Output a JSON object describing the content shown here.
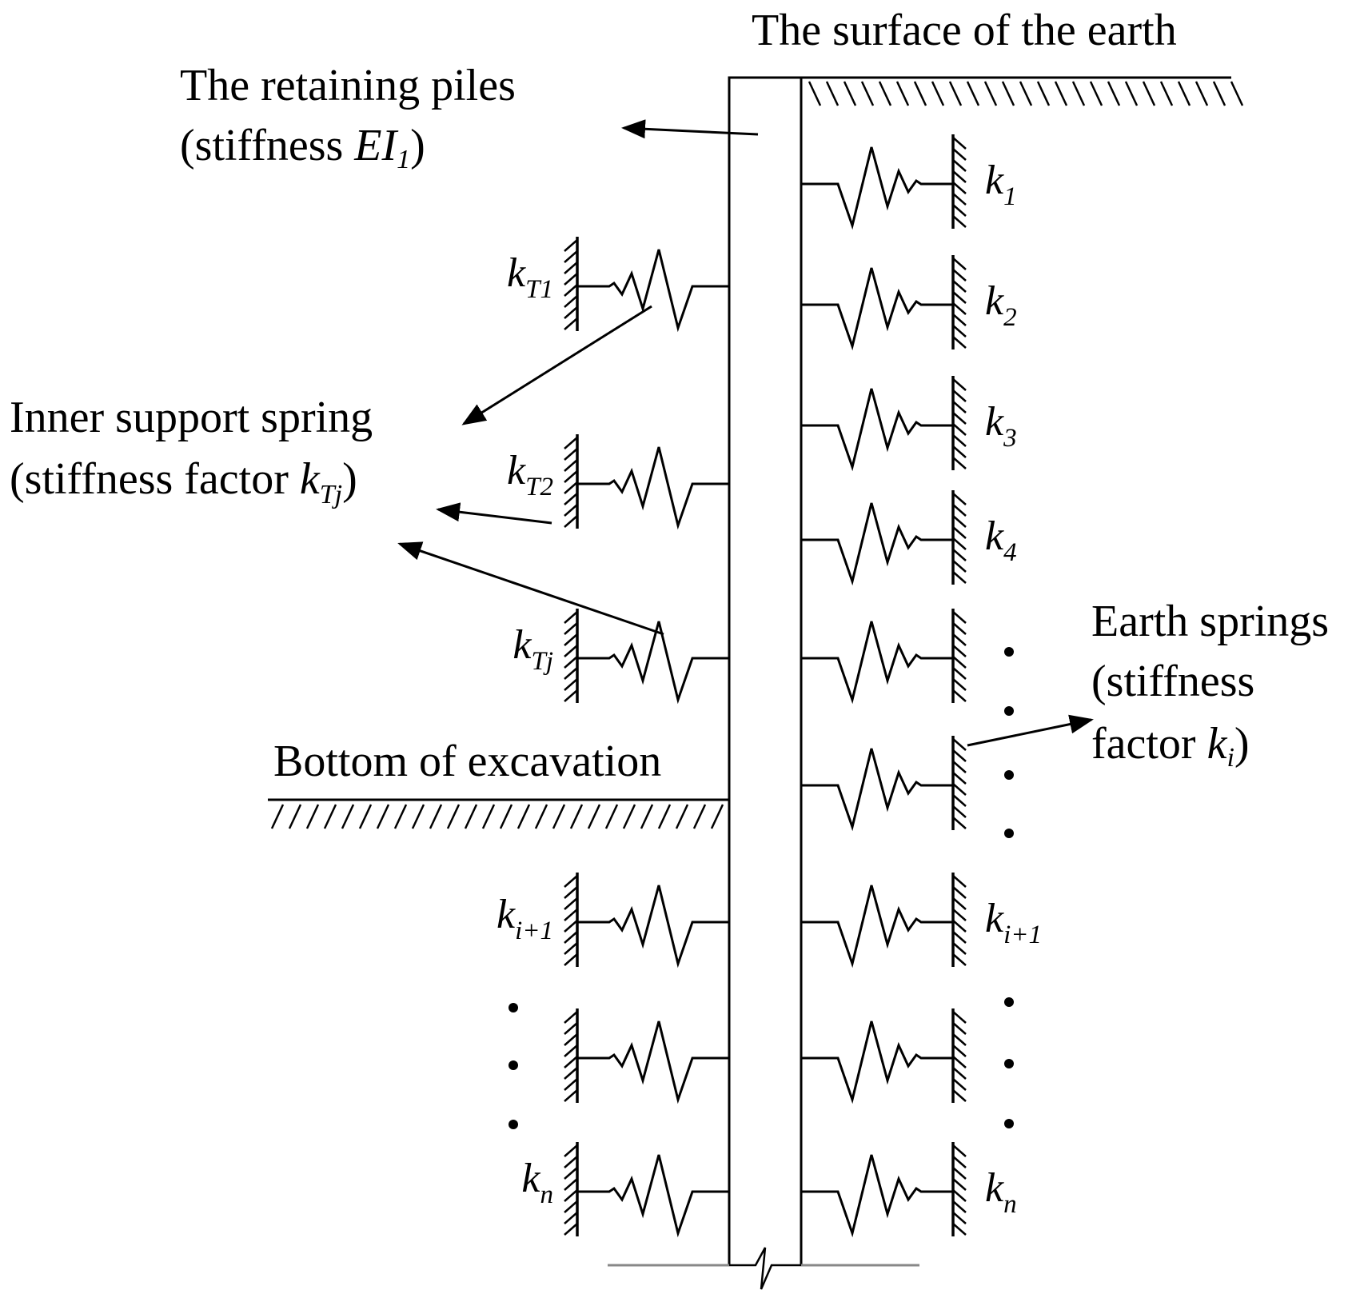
{
  "labels": {
    "surface": "The surface of the earth",
    "piles_line1": "The retaining piles",
    "piles_line2_prefix": "(stiffness ",
    "piles_symbol": "EI",
    "piles_symbol_sub": "1",
    "piles_close": ")",
    "inner_line1": "Inner support spring",
    "inner_line2_prefix": "(stiffness factor ",
    "inner_symbol": "k",
    "inner_symbol_sub": "Tj",
    "inner_close": ")",
    "bottom": "Bottom of excavation",
    "earth_line1": "Earth springs",
    "earth_line2": "(stiffness",
    "earth_line3_prefix": "factor ",
    "earth_symbol": "k",
    "earth_symbol_sub": "i",
    "earth_close": ")"
  },
  "left_springs": [
    {
      "base": "k",
      "sub": "T1"
    },
    {
      "base": "k",
      "sub": "T2"
    },
    {
      "base": "k",
      "sub": "Tj"
    },
    {
      "base": "k",
      "sub": "i+1"
    },
    {
      "base": "",
      "sub": ""
    },
    {
      "base": "k",
      "sub": "n"
    }
  ],
  "right_springs": [
    {
      "base": "k",
      "sub": "1"
    },
    {
      "base": "k",
      "sub": "2"
    },
    {
      "base": "k",
      "sub": "3"
    },
    {
      "base": "k",
      "sub": "4"
    },
    {
      "base": "",
      "sub": ""
    },
    {
      "base": "",
      "sub": ""
    },
    {
      "base": "k",
      "sub": "i+1"
    },
    {
      "base": "",
      "sub": ""
    },
    {
      "base": "k",
      "sub": "n"
    }
  ]
}
